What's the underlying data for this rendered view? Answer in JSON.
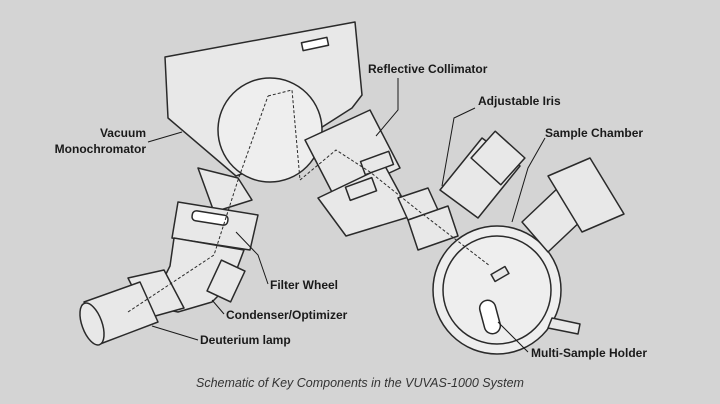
{
  "labels": {
    "reflective_collimator": "Reflective Collimator",
    "adjustable_iris": "Adjustable Iris",
    "sample_chamber": "Sample Chamber",
    "vacuum_monochromator_line1": "Vacuum",
    "vacuum_monochromator_line2": "Monochromator",
    "filter_wheel": "Filter Wheel",
    "condenser_optimizer": "Condenser/Optimizer",
    "deuterium_lamp": "Deuterium lamp",
    "multi_sample_holder": "Multi-Sample Holder"
  },
  "caption": "Schematic of Key Components in the VUVAS-1000 System",
  "colors": {
    "background": "#d4d4d4",
    "component_fill": "#e8e8e8",
    "line": "#2a2a2a"
  }
}
